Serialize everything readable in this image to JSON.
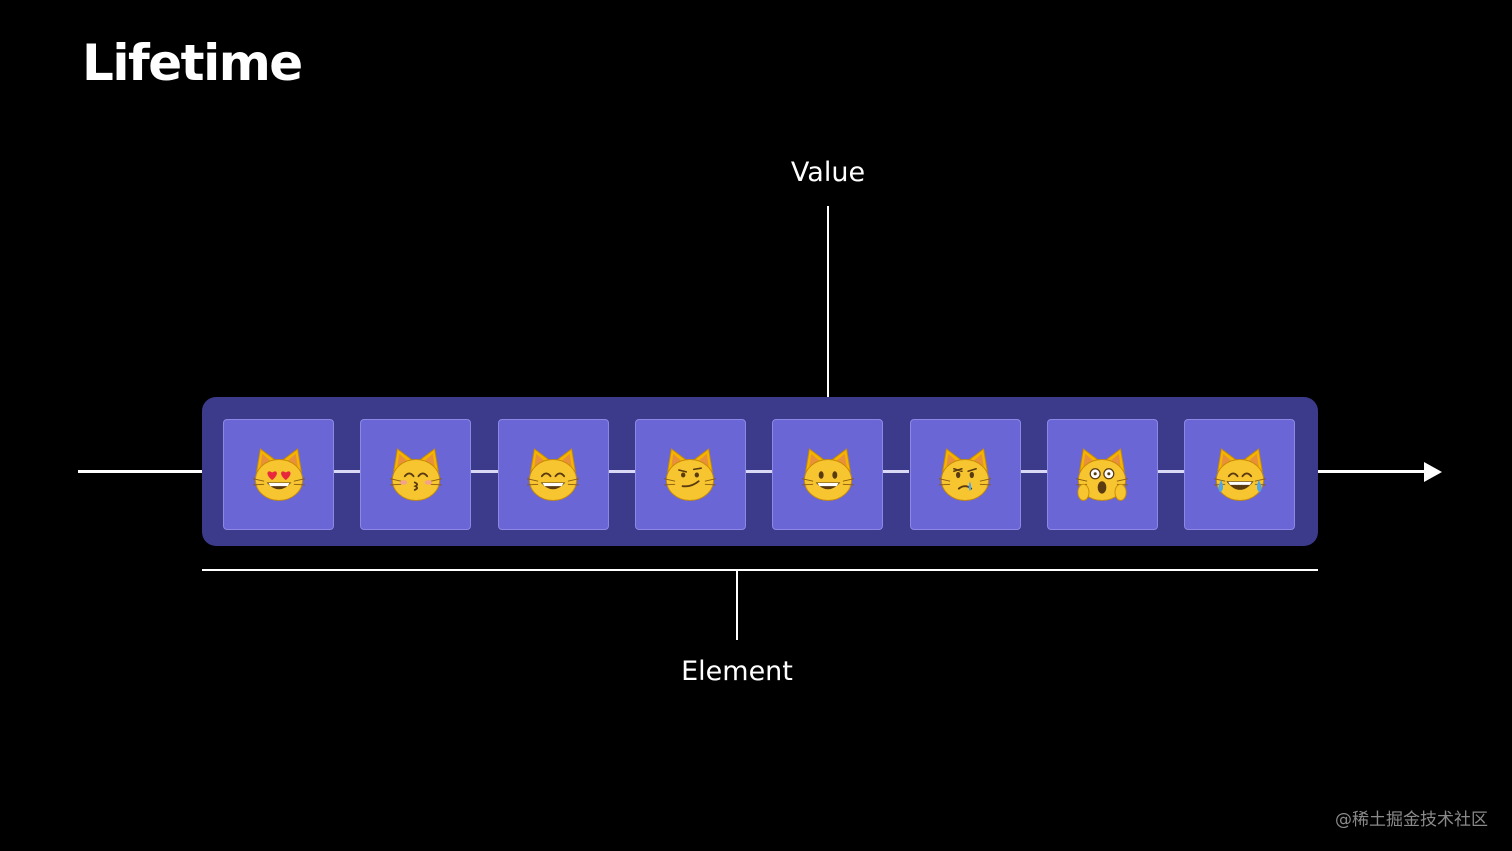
{
  "title": "Lifetime",
  "labels": {
    "value": "Value",
    "element": "Element"
  },
  "sequence_items": [
    {
      "icon": "cat-heart-eyes-icon"
    },
    {
      "icon": "cat-kissing-icon"
    },
    {
      "icon": "cat-grinning-smiling-eyes-icon"
    },
    {
      "icon": "cat-wry-smile-icon"
    },
    {
      "icon": "cat-grinning-icon"
    },
    {
      "icon": "cat-crying-icon"
    },
    {
      "icon": "cat-weary-icon"
    },
    {
      "icon": "cat-tears-of-joy-icon"
    }
  ],
  "colors": {
    "background": "#000000",
    "sequence_band": "#3c3a8a",
    "cell": "#6a66d6",
    "line": "#ffffff"
  },
  "watermark": "@稀土掘金技术社区"
}
